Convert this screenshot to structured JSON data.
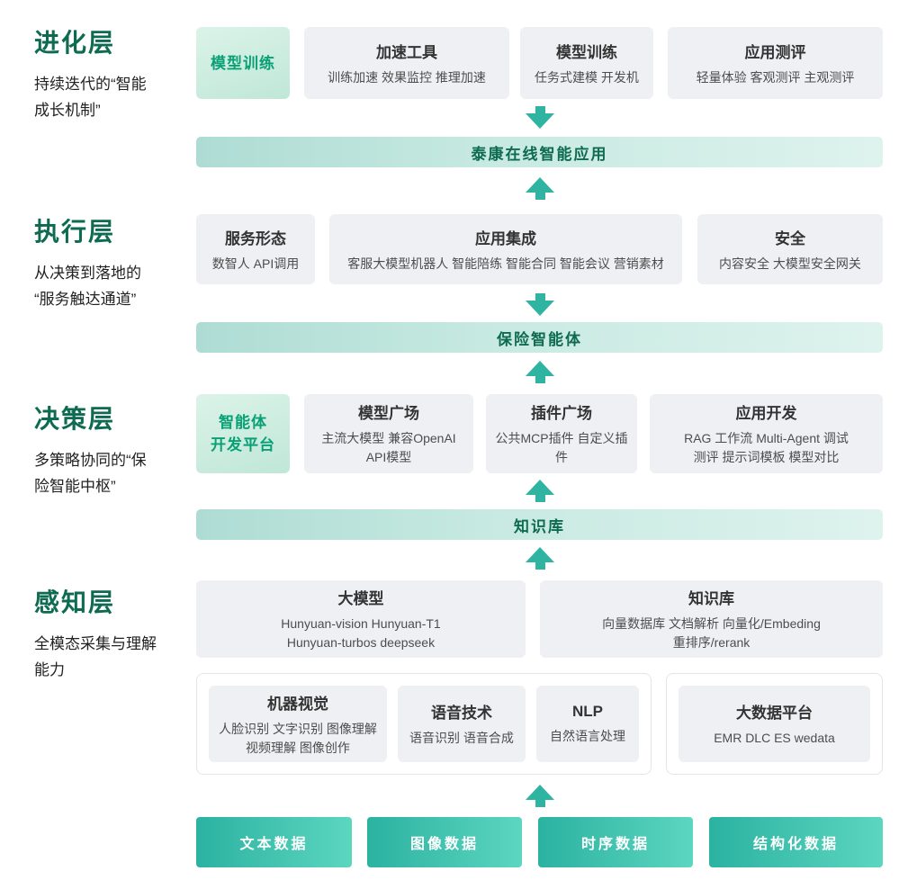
{
  "colors": {
    "accent_green": "#0e6b51",
    "highlight_green_text": "#0aa076",
    "arrow_teal": "#2fb4a2",
    "bar_teal_bg": "#c8eae2",
    "card_gray_bg": "#eef0f3",
    "button_gradient_start": "#2bb2a1",
    "button_gradient_end": "#5cd6bf"
  },
  "layers": {
    "evolution": {
      "title": "进化层",
      "subtitle_lines": [
        "持续迭代的“智能",
        "成长机制”"
      ],
      "highlight": {
        "lines": [
          "模型训练"
        ]
      },
      "cards": [
        {
          "title": "加速工具",
          "lines": [
            "训练加速 效果监控 推理加速"
          ]
        },
        {
          "title": "模型训练",
          "lines": [
            "任务式建模 开发机"
          ]
        },
        {
          "title": "应用测评",
          "lines": [
            "轻量体验 客观测评 主观测评"
          ]
        }
      ]
    },
    "execution": {
      "title": "执行层",
      "subtitle_lines": [
        "从决策到落地的",
        "“服务触达通道”"
      ],
      "cards": [
        {
          "title": "服务形态",
          "lines": [
            "数智人 API调用"
          ]
        },
        {
          "title": "应用集成",
          "lines": [
            "客服大模型机器人 智能陪练 智能合同 智能会议 营销素材"
          ]
        },
        {
          "title": "安全",
          "lines": [
            "内容安全 大模型安全网关"
          ]
        }
      ]
    },
    "decision": {
      "title": "决策层",
      "subtitle_lines": [
        "多策略协同的“保",
        "险智能中枢”"
      ],
      "highlight": {
        "lines": [
          "智能体",
          "开发平台"
        ]
      },
      "cards": [
        {
          "title": "模型广场",
          "lines": [
            "主流大模型 兼容OpenAI",
            "API模型"
          ]
        },
        {
          "title": "插件广场",
          "lines": [
            "公共MCP插件 自定义插件"
          ]
        },
        {
          "title": "应用开发",
          "lines": [
            "RAG 工作流 Multi-Agent 调试",
            "测评 提示词模板 模型对比"
          ]
        }
      ]
    },
    "perception": {
      "title": "感知层",
      "subtitle_lines": [
        "全模态采集与理解",
        "能力"
      ],
      "cards": [
        {
          "title": "大模型",
          "lines": [
            "Hunyuan-vision Hunyuan-T1",
            "Hunyuan-turbos deepseek"
          ]
        },
        {
          "title": "知识库",
          "lines": [
            "向量数据库 文档解析 向量化/Embeding",
            "重排序/rerank"
          ]
        }
      ],
      "modal_group": [
        {
          "title": "机器视觉",
          "lines": [
            "人脸识别 文字识别 图像理解",
            "视频理解 图像创作"
          ]
        },
        {
          "title": "语音技术",
          "lines": [
            "语音识别 语音合成"
          ]
        },
        {
          "title": "NLP",
          "lines": [
            "自然语言处理"
          ]
        }
      ],
      "bigdata_group": [
        {
          "title": "大数据平台",
          "lines": [
            "EMR DLC ES wedata"
          ]
        }
      ]
    }
  },
  "bars": {
    "app": "泰康在线智能应用",
    "agent": "保险智能体",
    "knowledge": "知识库"
  },
  "data_sources": [
    "文本数据",
    "图像数据",
    "时序数据",
    "结构化数据"
  ]
}
